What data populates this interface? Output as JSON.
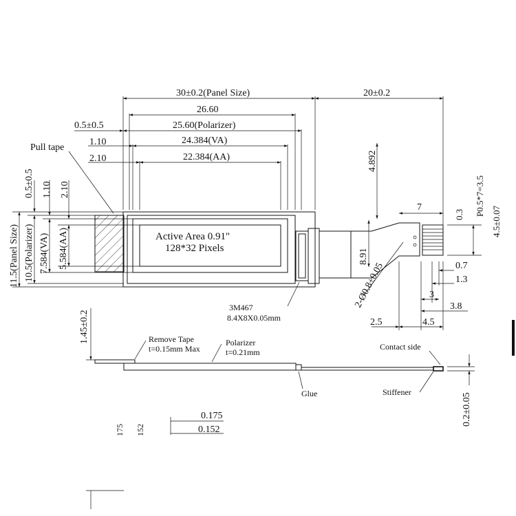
{
  "colors": {
    "line": "#111111",
    "background": "#ffffff"
  },
  "front_view": {
    "active_area_title": "Active Area 0.91\"",
    "pixels": "128*32 Pixels",
    "pull_tape": "Pull tape",
    "tape_part": "3M467",
    "tape_size": "8.4X8X0.05mm"
  },
  "dimensions": {
    "panel_size": "30±0.2(Panel Size)",
    "fpc_length": "20±0.2",
    "w_2660": "26.60",
    "w_polarizer": "25.60(Polarizer)",
    "w_va": "24.384(VA)",
    "w_aa": "22.384(AA)",
    "off_05": "0.5±0.5",
    "off_110": "1.10",
    "off_210": "2.10",
    "v_05": "0.5±0.5",
    "v_110": "1.10",
    "v_210": "2.10",
    "h_panel": "11.5(Panel Size)",
    "h_polarizer": "10.5(Polarizer)",
    "h_va": "7.584(VA)",
    "h_aa": "5.584(AA)",
    "d_4892": "4.892",
    "d_891": "8.91",
    "holes": "2-Ø0.8±0.05",
    "d_7": "7",
    "d_03": "0.3",
    "pitch": "P0.5*7=3.5",
    "d_45": "4.5±0.07",
    "d_07": "0.7",
    "d_13": "1.3",
    "d_3": "3",
    "d_38": "3.8",
    "d_25": "2.5",
    "d_45b": "4.5"
  },
  "side_view": {
    "thickness": "1.45±0.2",
    "remove_tape": "Remove Tape",
    "remove_tape_t": "t=0.15mm Max",
    "polarizer": "Polarizer",
    "polarizer_t": "t=0.21mm",
    "glue": "Glue",
    "contact_side": "Contact side",
    "stiffener": "Stiffener",
    "fpc_thickness": "0.2±0.05",
    "d_0175": "0.175",
    "d_0152": "0.152",
    "cut_175": "175",
    "cut_152": "152"
  }
}
